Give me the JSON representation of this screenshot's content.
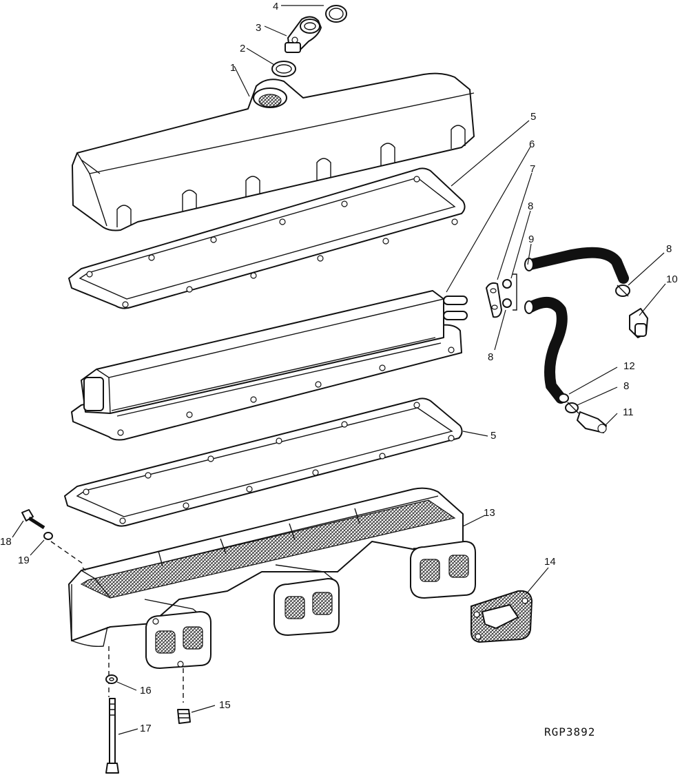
{
  "figure": {
    "reference_code": "RGP3892"
  },
  "callouts": [
    {
      "id": "c1",
      "number": "1"
    },
    {
      "id": "c2",
      "number": "2"
    },
    {
      "id": "c3",
      "number": "3"
    },
    {
      "id": "c4",
      "number": "4"
    },
    {
      "id": "c5a",
      "number": "5"
    },
    {
      "id": "c5b",
      "number": "5"
    },
    {
      "id": "c6",
      "number": "6"
    },
    {
      "id": "c7",
      "number": "7"
    },
    {
      "id": "c8a",
      "number": "8"
    },
    {
      "id": "c8b",
      "number": "8"
    },
    {
      "id": "c8c",
      "number": "8"
    },
    {
      "id": "c8d",
      "number": "8"
    },
    {
      "id": "c9",
      "number": "9"
    },
    {
      "id": "c10",
      "number": "10"
    },
    {
      "id": "c11",
      "number": "11"
    },
    {
      "id": "c12",
      "number": "12"
    },
    {
      "id": "c13",
      "number": "13"
    },
    {
      "id": "c14",
      "number": "14"
    },
    {
      "id": "c15",
      "number": "15"
    },
    {
      "id": "c16",
      "number": "16"
    },
    {
      "id": "c17",
      "number": "17"
    },
    {
      "id": "c18",
      "number": "18"
    },
    {
      "id": "c19",
      "number": "19"
    }
  ]
}
